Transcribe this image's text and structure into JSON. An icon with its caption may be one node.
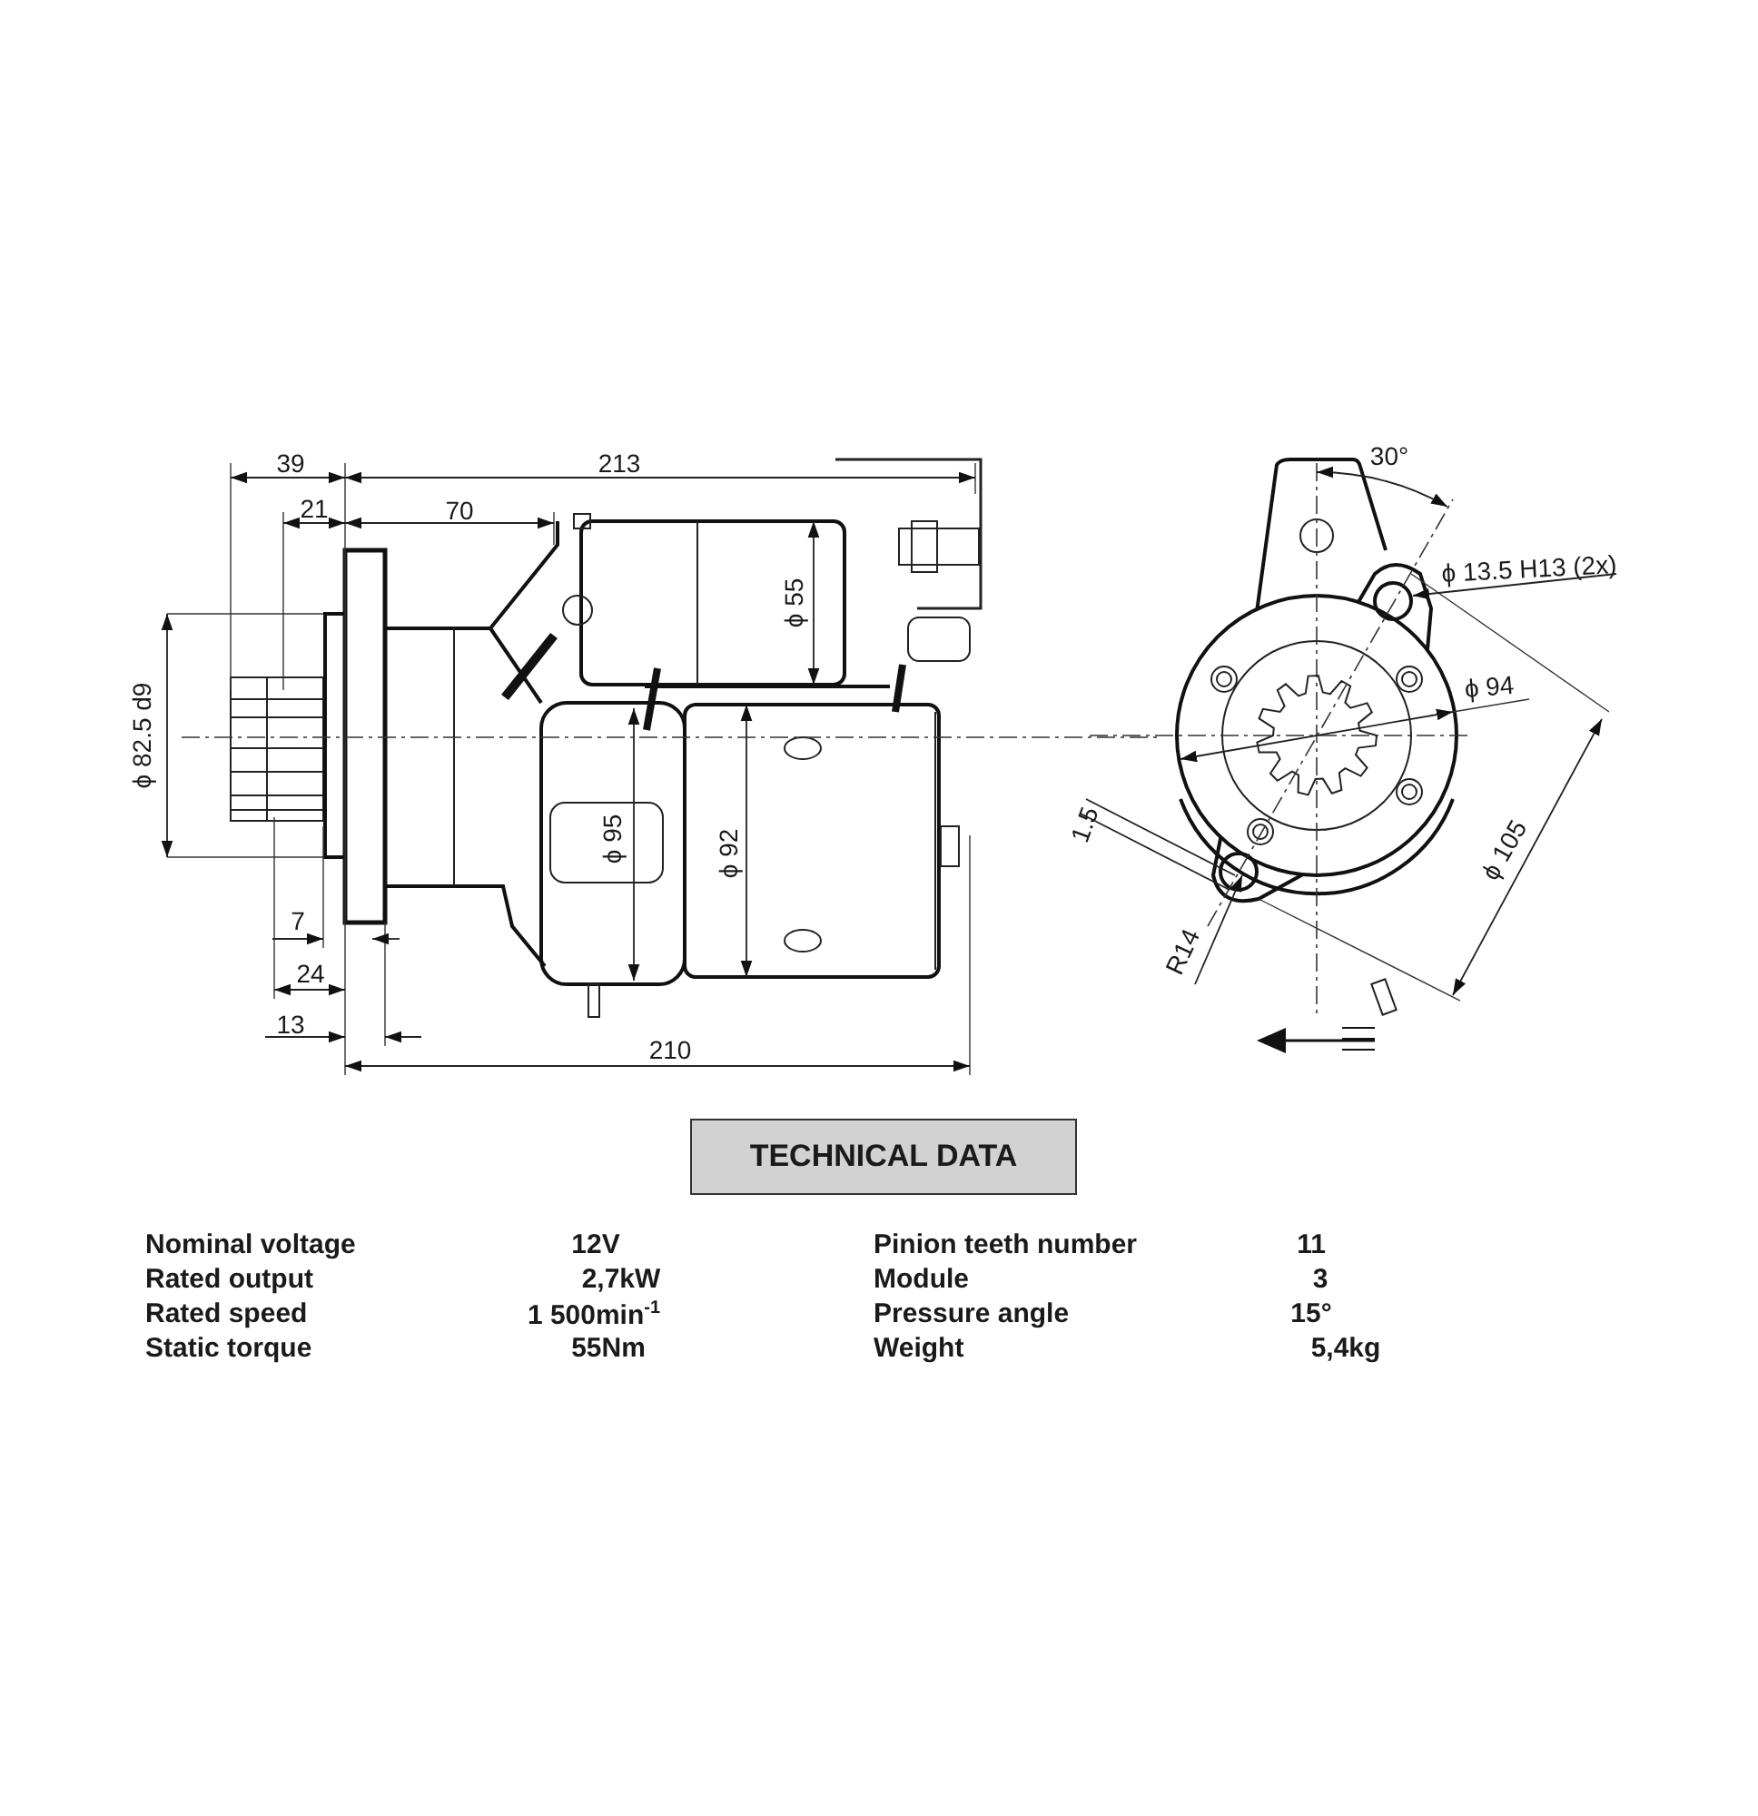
{
  "diagram": {
    "nodes": [
      {
        "text": [
          "TECHNICAL DATA"
        ]
      }
    ],
    "labels": [
      "39",
      "213",
      "21",
      "70",
      "30°",
      "ϕ 13.5 H13 (2x)",
      "ϕ 55",
      "ϕ 94",
      "ϕ 82.5 d9",
      "ϕ 95",
      "ϕ 92",
      "1.5",
      "ϕ 105",
      "7",
      "R14",
      "24",
      "13",
      "210",
      "Nominal voltage",
      "12V",
      "Pinion teeth number",
      "11",
      "Rated output",
      "2,7kW",
      "Module",
      "3",
      "Rated speed",
      "1 500min$^{-1}$",
      "Pressure angle",
      "15°",
      "Static torque",
      "55Nm",
      "Weight",
      "5,4kg"
    ]
  }
}
